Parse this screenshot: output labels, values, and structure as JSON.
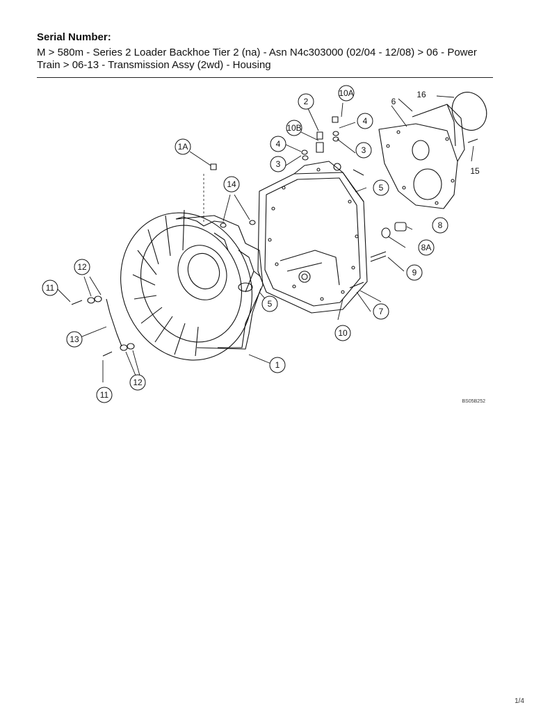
{
  "header": {
    "serial_label": "Serial Number:",
    "breadcrumb": "M > 580m - Series 2 Loader Backhoe Tier 2 (na) - Asn N4c303000 (02/04 - 12/08) > 06 - Power Train > 06-13 - Transmission Assy (2wd) - Housing"
  },
  "diagram": {
    "callouts": {
      "c1": "1",
      "c1a": "1A",
      "c2": "2",
      "c3a": "3",
      "c3b": "3",
      "c4a": "4",
      "c4b": "4",
      "c5a": "5",
      "c5b": "5",
      "c6": "6",
      "c7": "7",
      "c8": "8",
      "c8a": "8A",
      "c9": "9",
      "c10": "10",
      "c10a": "10A",
      "c10b": "10B",
      "c11a": "11",
      "c11b": "11",
      "c12a": "12",
      "c12b": "12",
      "c13": "13",
      "c14": "14",
      "c15": "15",
      "c16": "16"
    },
    "drawing_code": "BS05B252"
  },
  "footer": {
    "page": "1/4"
  }
}
